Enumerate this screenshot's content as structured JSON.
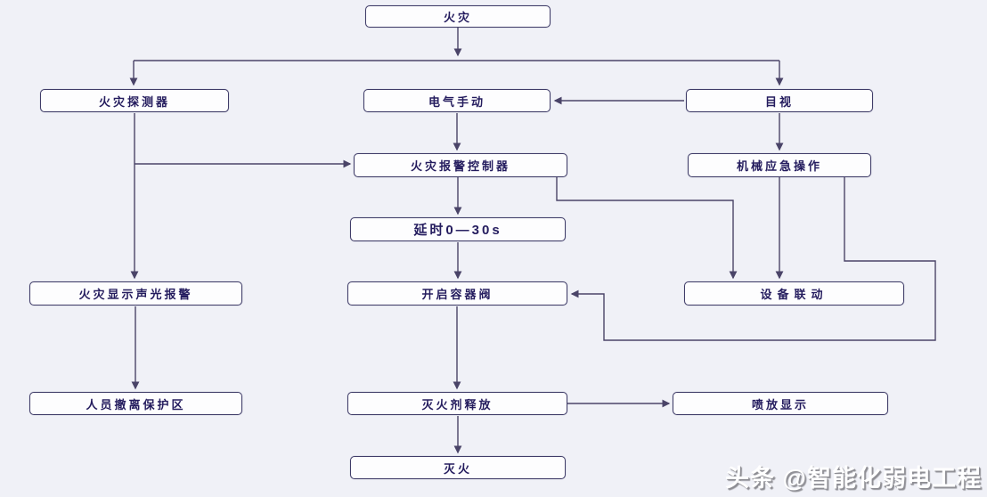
{
  "background_color": "#f0f1f7",
  "line_color": "#4a4468",
  "box_border_color": "#3f3c68",
  "box_text_color": "#241c5e",
  "watermark": {
    "text": "头条 @智能化弱电工程"
  },
  "diagram": {
    "type": "flowchart",
    "nodes": [
      {
        "id": "fire",
        "label": "火灾"
      },
      {
        "id": "fire-detector",
        "label": "火灾探测器"
      },
      {
        "id": "electric-manual",
        "label": "电气手动"
      },
      {
        "id": "visual-detection",
        "label": "目视"
      },
      {
        "id": "fire-alarm-controller",
        "label": "火灾报警控制器"
      },
      {
        "id": "mechanical-emergency",
        "label": "机械应急操作"
      },
      {
        "id": "delay-timer",
        "label": "延时0—30s"
      },
      {
        "id": "sound-light-alarm",
        "label": "火灾显示声光报警"
      },
      {
        "id": "open-container-valve",
        "label": "开启容器阀"
      },
      {
        "id": "equipment-linkage",
        "label": "设备联动"
      },
      {
        "id": "evacuate-zone",
        "label": "人员撤离保护区"
      },
      {
        "id": "agent-release",
        "label": "灭火剂释放"
      },
      {
        "id": "discharge-display",
        "label": "喷放显示"
      },
      {
        "id": "extinguish",
        "label": "灭火"
      }
    ],
    "edges": [
      {
        "from": "fire",
        "to": "fire-detector"
      },
      {
        "from": "fire",
        "to": "visual-detection"
      },
      {
        "from": "visual-detection",
        "to": "electric-manual"
      },
      {
        "from": "visual-detection",
        "to": "mechanical-emergency"
      },
      {
        "from": "fire-detector",
        "to": "fire-alarm-controller"
      },
      {
        "from": "fire-detector",
        "to": "sound-light-alarm"
      },
      {
        "from": "electric-manual",
        "to": "fire-alarm-controller"
      },
      {
        "from": "fire-alarm-controller",
        "to": "delay-timer"
      },
      {
        "from": "fire-alarm-controller",
        "to": "equipment-linkage"
      },
      {
        "from": "mechanical-emergency",
        "to": "equipment-linkage"
      },
      {
        "from": "mechanical-emergency",
        "to": "open-container-valve"
      },
      {
        "from": "delay-timer",
        "to": "open-container-valve"
      },
      {
        "from": "sound-light-alarm",
        "to": "evacuate-zone"
      },
      {
        "from": "open-container-valve",
        "to": "agent-release"
      },
      {
        "from": "agent-release",
        "to": "discharge-display"
      },
      {
        "from": "agent-release",
        "to": "extinguish"
      }
    ]
  }
}
